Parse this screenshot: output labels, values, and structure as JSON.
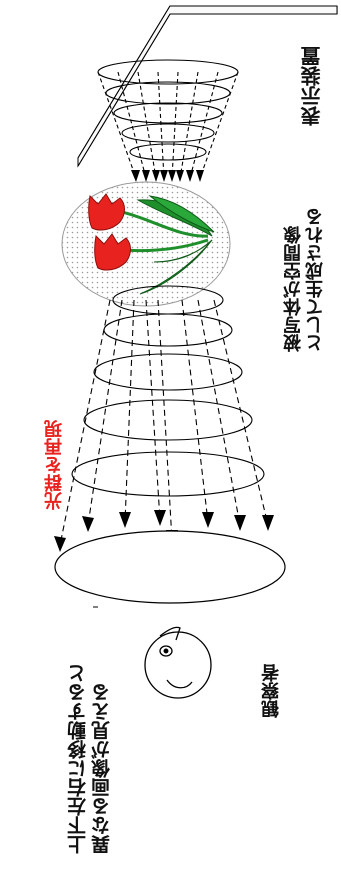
{
  "labels": {
    "display_device": "表示装置",
    "subject": [
      "被写体が空間像",
      "として生成される"
    ],
    "light_rays": "光群を再現",
    "move": [
      "上下左右に移動すると",
      "異なる画像が見える"
    ],
    "observer": "観察者"
  },
  "colors": {
    "text": "#111111",
    "accent_text": "#e8231f",
    "tulip_red": "#e8231f",
    "leaf_green": "#1f8f2c",
    "grid_dot": "#9a9a9a"
  },
  "icons": [
    "display-panel-icon",
    "tulip-icon",
    "observer-face-icon"
  ]
}
